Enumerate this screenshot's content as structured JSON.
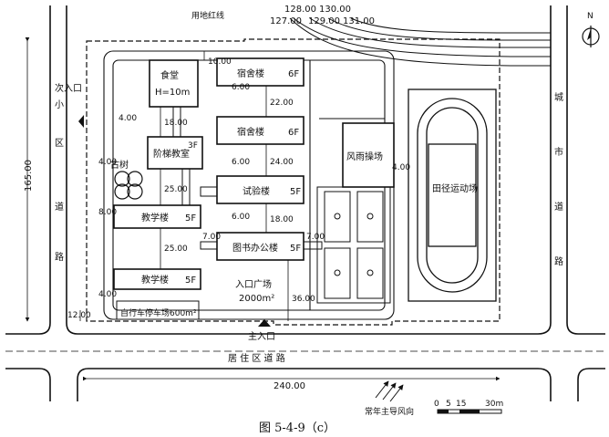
{
  "labels": {
    "red_line": "用地红线",
    "contours": [
      "128.00",
      "130.00",
      "127.00",
      "129.00",
      "131.00"
    ],
    "north": "N",
    "secondary_entrance": "次入口",
    "small_district": [
      "小",
      "区"
    ],
    "road_left": [
      "道",
      "路"
    ],
    "city_road": [
      "城",
      "市",
      "道",
      "路"
    ],
    "residential_road": "居  住  区  道  路",
    "main_entrance": "主入口",
    "wind": "常年主导风向",
    "scale": [
      "0",
      "5",
      "15",
      "30m"
    ],
    "figure": "图 5-4-9（c）"
  },
  "buildings": {
    "canteen": "食堂",
    "canteen_h": "H=10m",
    "dorm1": "宿舍楼",
    "dorm1_f": "6F",
    "dorm2": "宿舍楼",
    "dorm2_f": "6F",
    "lecture": "阶梯教室",
    "lecture_f": "3F",
    "lab": "试验楼",
    "lab_f": "5F",
    "teach1": "教学楼",
    "teach1_f": "5F",
    "library": "图书办公楼",
    "library_f": "5F",
    "teach2": "教学楼",
    "teach2_f": "5F",
    "tree": "古树",
    "plaza": "入口广场",
    "plaza_area": "2000m²",
    "gym": "风雨操场",
    "track": "田径运动场",
    "bike": "自行车停车场600m²"
  },
  "dimensions": {
    "d165": "165.00",
    "d240": "240.00",
    "d10": "10.00",
    "d18": "18.00",
    "d25a": "25.00",
    "d25b": "25.00",
    "d40a": "4.00",
    "d40b": "4.00",
    "d6a": "6.00",
    "d22": "22.00",
    "d6b": "6.00",
    "d24": "24.00",
    "d18b": "18.00",
    "d7a": "7.00",
    "d7b": "7.00",
    "d8": "8.00",
    "d36": "36.00",
    "d12": "12.00",
    "d40c": "4.00",
    "d40d": "4.00",
    "d6c": "6.00"
  }
}
